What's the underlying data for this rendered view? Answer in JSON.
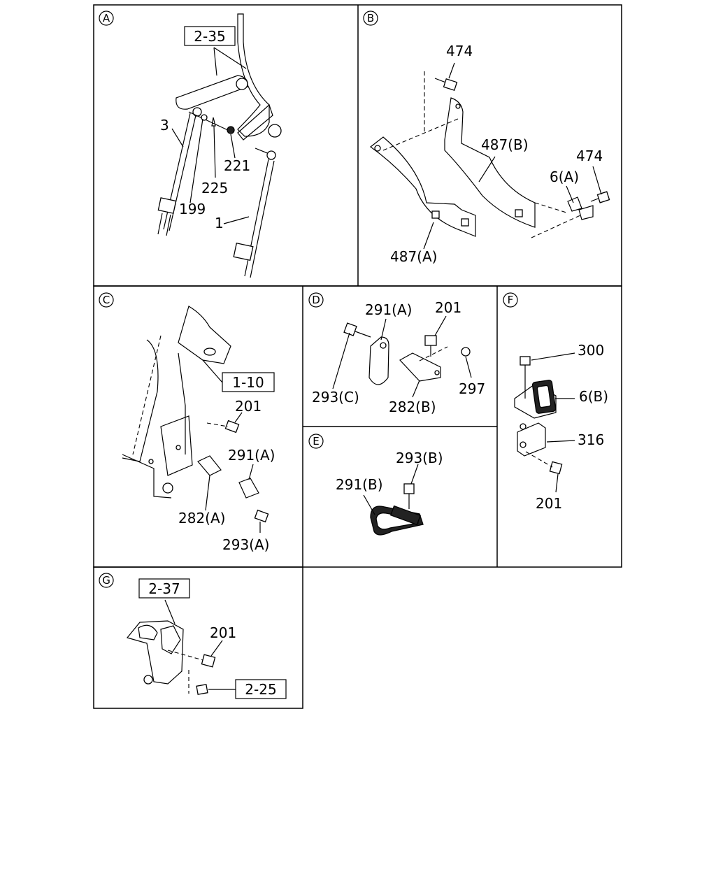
{
  "panels": {
    "A": {
      "id": "A",
      "ref": "2-35",
      "labels": [
        "3",
        "221",
        "225",
        "199",
        "1"
      ]
    },
    "B": {
      "id": "B",
      "labels": [
        "474",
        "487(B)",
        "474",
        "6(A)",
        "487(A)"
      ]
    },
    "C": {
      "id": "C",
      "ref": "1-10",
      "labels": [
        "201",
        "291(A)",
        "282(A)",
        "293(A)"
      ]
    },
    "D": {
      "id": "D",
      "labels": [
        "291(A)",
        "201",
        "293(C)",
        "297",
        "282(B)"
      ]
    },
    "E": {
      "id": "E",
      "labels": [
        "293(B)",
        "291(B)"
      ]
    },
    "F": {
      "id": "F",
      "labels": [
        "300",
        "6(B)",
        "316",
        "201"
      ]
    },
    "G": {
      "id": "G",
      "ref": "2-37",
      "ref2": "2-25",
      "labels": [
        "201"
      ]
    }
  }
}
